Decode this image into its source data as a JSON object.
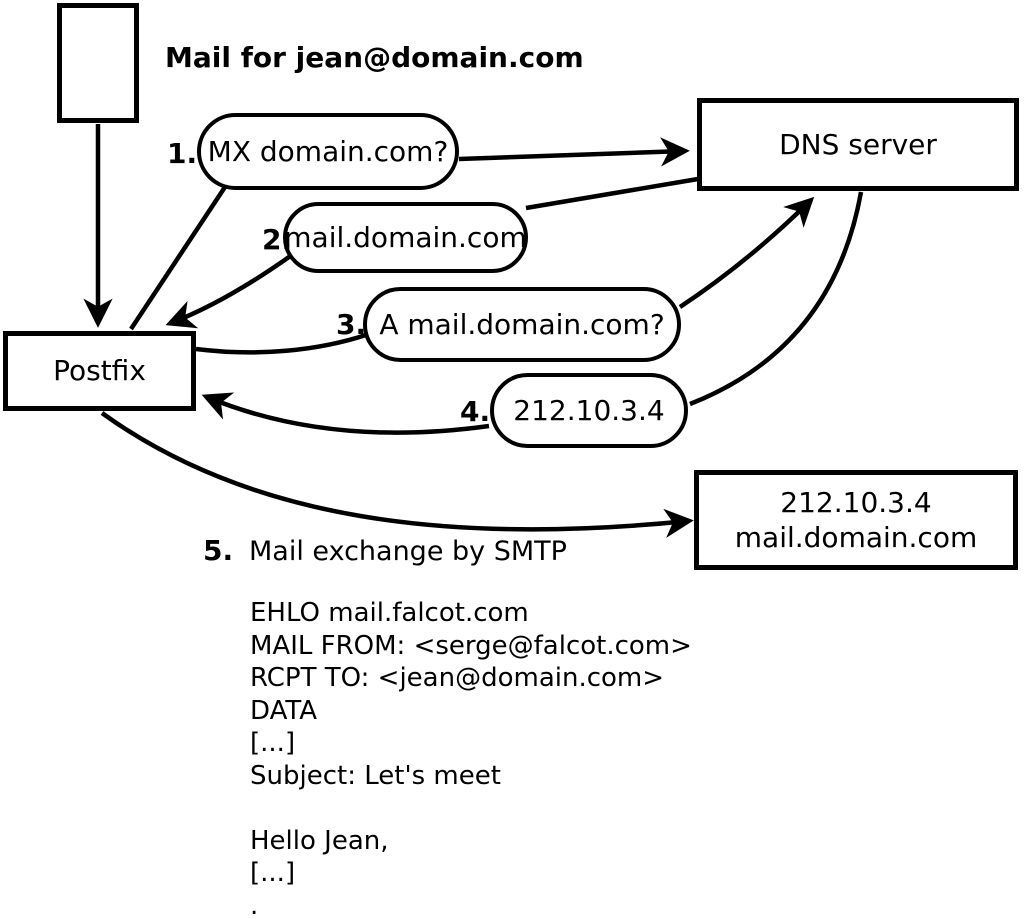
{
  "title": "Mail for jean@domain.com",
  "colors": {
    "ink": "#000000",
    "background": "#ffffff"
  },
  "nodes": {
    "mail_envelope": {
      "label": ""
    },
    "postfix": {
      "label": "Postfix"
    },
    "dns_server": {
      "label": "DNS server"
    },
    "destination": {
      "line1": "212.10.3.4",
      "line2": "mail.domain.com"
    }
  },
  "steps": [
    {
      "number": "1.",
      "label": "MX domain.com?"
    },
    {
      "number": "2.",
      "label": "mail.domain.com"
    },
    {
      "number": "3.",
      "label": "A mail.domain.com?"
    },
    {
      "number": "4.",
      "label": "212.10.3.4"
    },
    {
      "number": "5.",
      "label": "Mail exchange by SMTP"
    }
  ],
  "smtp_session": "EHLO mail.falcot.com\nMAIL FROM: <serge@falcot.com>\nRCPT TO: <jean@domain.com>\nDATA\n[...]\nSubject: Let's meet\n\nHello Jean,\n[...]\n."
}
